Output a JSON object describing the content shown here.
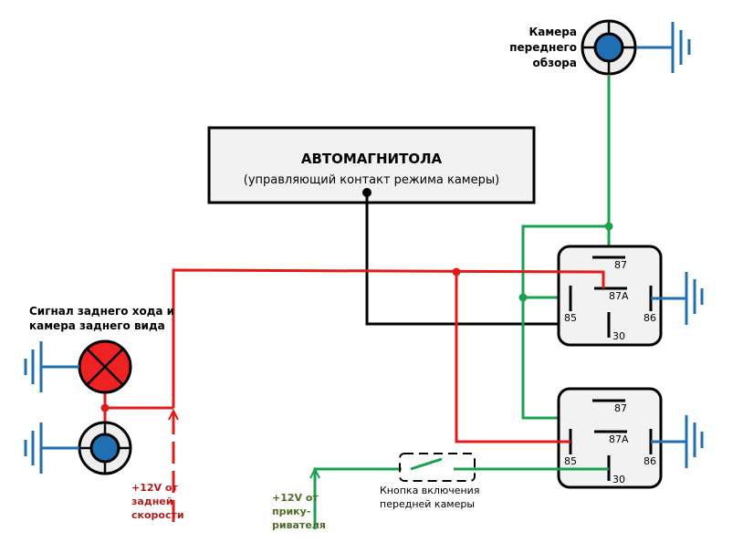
{
  "colors": {
    "red": "#e01b1b",
    "green": "#1aa150",
    "blue": "#1f6fb2",
    "black": "#000000",
    "box_fill": "#f2f2f2",
    "dark_red_text": "#b01c1c",
    "olive_text": "#4f6b2a"
  },
  "head_unit": {
    "title": "АВТОМАГНИТОЛА",
    "subtitle": "(управляющий контакт режима камеры)"
  },
  "front_camera": {
    "label_lines": [
      "Камера",
      "переднего",
      "обзора"
    ]
  },
  "rear": {
    "label_lines": [
      "Сигнал заднего хода и",
      "камера заднего вида"
    ]
  },
  "relays": [
    {
      "name": "relay-1",
      "pins": {
        "p87": "87",
        "p87a": "87A",
        "p85": "85",
        "p86": "86",
        "p30": "30"
      }
    },
    {
      "name": "relay-2",
      "pins": {
        "p87": "87",
        "p87a": "87A",
        "p85": "85",
        "p86": "86",
        "p30": "30"
      }
    }
  ],
  "reverse_supply": {
    "label_lines": [
      "+12V от",
      "задней",
      "скорости"
    ]
  },
  "lighter_supply": {
    "label_lines": [
      "+12V от",
      "прику-",
      "ривателя"
    ]
  },
  "button": {
    "label_lines": [
      "Кнопка включения",
      "передней камеры"
    ]
  }
}
